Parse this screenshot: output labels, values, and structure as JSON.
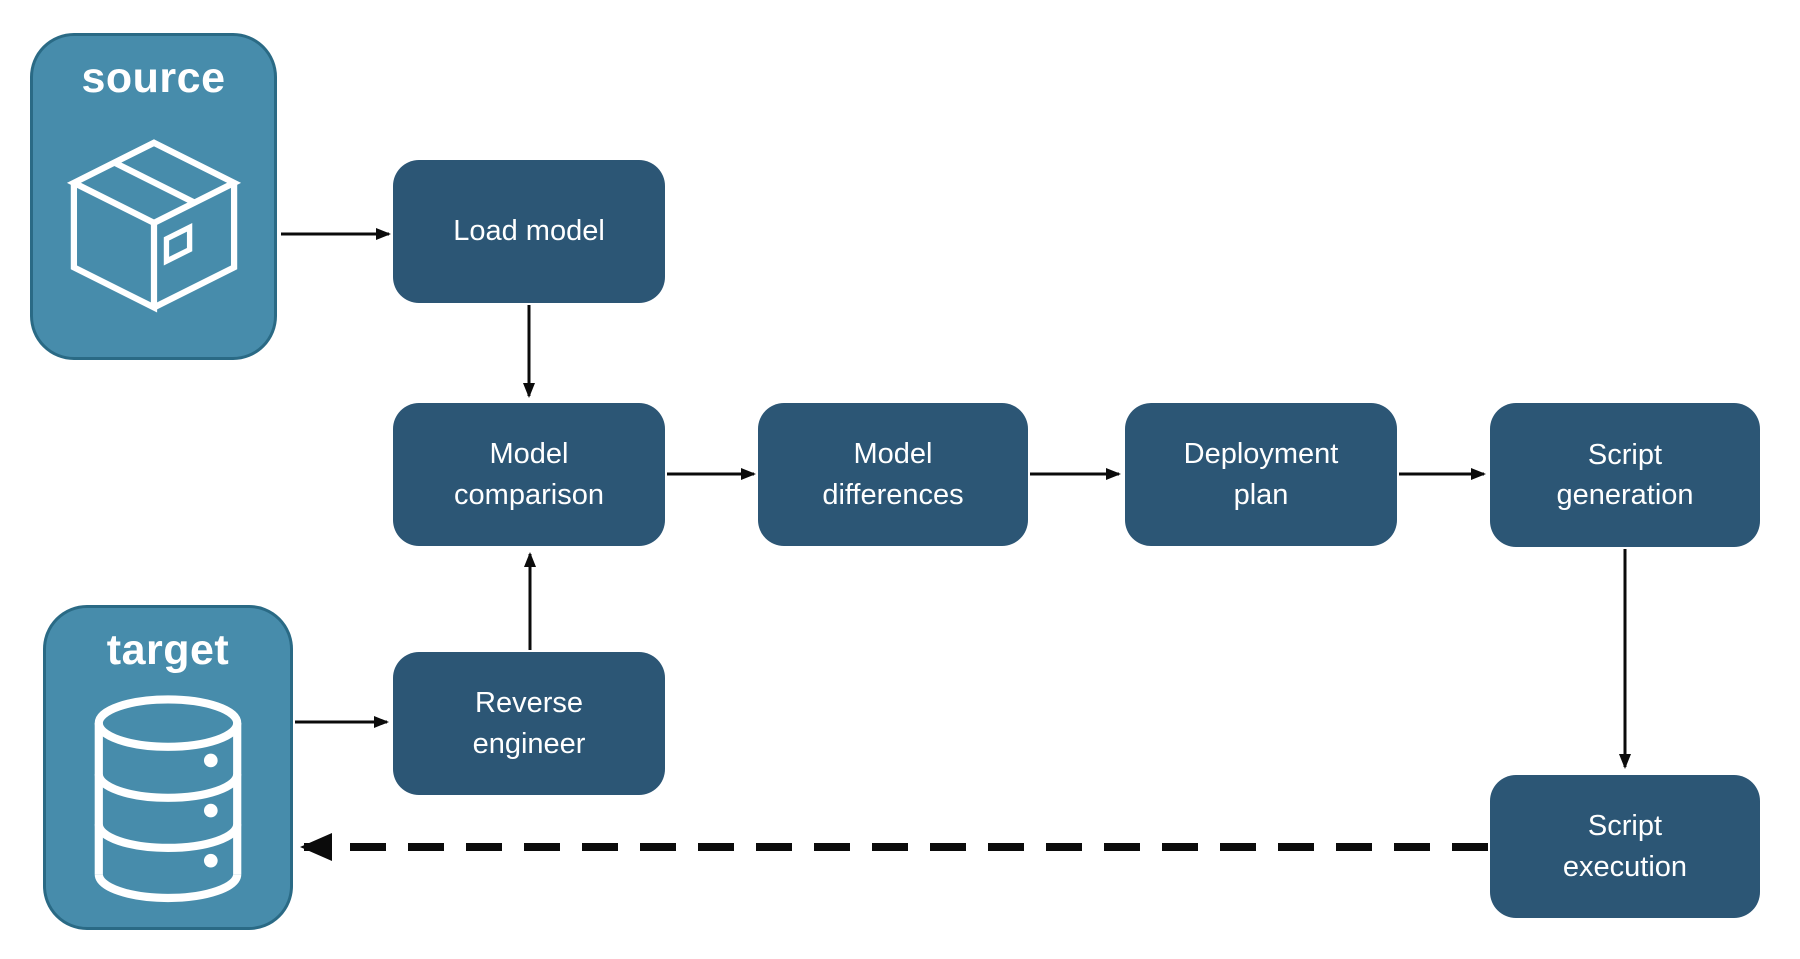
{
  "diagram": {
    "title_hint": "schema deployment pipeline flowchart",
    "containers": {
      "source": {
        "label": "source",
        "icon": "package-box-icon"
      },
      "target": {
        "label": "target",
        "icon": "database-icon"
      }
    },
    "nodes": {
      "load_model": {
        "lines": [
          "Load model"
        ]
      },
      "model_comparison": {
        "lines": [
          "Model",
          "comparison"
        ]
      },
      "model_differences": {
        "lines": [
          "Model",
          "differences"
        ]
      },
      "deployment_plan": {
        "lines": [
          "Deployment",
          "plan"
        ]
      },
      "script_generation": {
        "lines": [
          "Script",
          "generation"
        ]
      },
      "reverse_engineer": {
        "lines": [
          "Reverse",
          "engineer"
        ]
      },
      "script_execution": {
        "lines": [
          "Script",
          "execution"
        ]
      }
    },
    "edges": [
      {
        "from": "source",
        "to": "load_model",
        "style": "solid"
      },
      {
        "from": "load_model",
        "to": "model_comparison",
        "style": "solid"
      },
      {
        "from": "model_comparison",
        "to": "model_differences",
        "style": "solid"
      },
      {
        "from": "model_differences",
        "to": "deployment_plan",
        "style": "solid"
      },
      {
        "from": "deployment_plan",
        "to": "script_generation",
        "style": "solid"
      },
      {
        "from": "script_generation",
        "to": "script_execution",
        "style": "solid"
      },
      {
        "from": "target",
        "to": "reverse_engineer",
        "style": "solid"
      },
      {
        "from": "reverse_engineer",
        "to": "model_comparison",
        "style": "solid"
      },
      {
        "from": "script_execution",
        "to": "target",
        "style": "dashed"
      }
    ],
    "colors": {
      "node_fill": "#2c5675",
      "node_text": "#ffffff",
      "container_fill": "#478cab",
      "container_border": "#2a6a85",
      "arrow": "#0b0b0b",
      "background": "#ffffff"
    }
  }
}
